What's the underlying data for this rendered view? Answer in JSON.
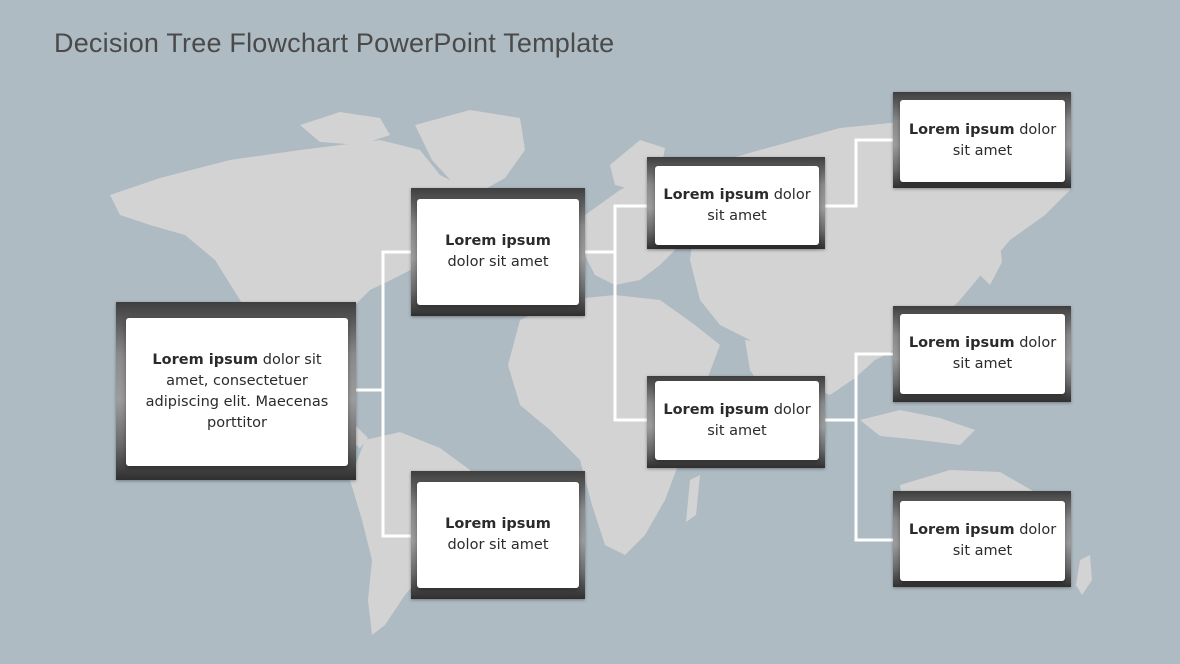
{
  "title": "Decision Tree Flowchart PowerPoint Template",
  "colors": {
    "background": "#aebbc3",
    "map_land": "#d3d3d3",
    "connector": "#ffffff",
    "card": "#ffffff",
    "frame_dark": "#3e3e3e"
  },
  "nodes": {
    "root": {
      "bold": "Lorem ipsum",
      "text": " dolor sit amet, consectetuer adipiscing elit. Maecenas porttitor"
    },
    "level1_top": {
      "bold": "Lorem ipsum",
      "text": " dolor sit amet"
    },
    "level1_bottom": {
      "bold": "Lorem ipsum",
      "text": " dolor sit amet"
    },
    "level2_top": {
      "bold": "Lorem ipsum",
      "text": " dolor sit amet"
    },
    "level2_bottom": {
      "bold": "Lorem ipsum",
      "text": " dolor sit amet"
    },
    "level3_1": {
      "bold": "Lorem ipsum",
      "text": " dolor sit amet"
    },
    "level3_2": {
      "bold": "Lorem ipsum",
      "text": " dolor sit amet"
    },
    "level3_3": {
      "bold": "Lorem ipsum",
      "text": " dolor sit amet"
    }
  }
}
